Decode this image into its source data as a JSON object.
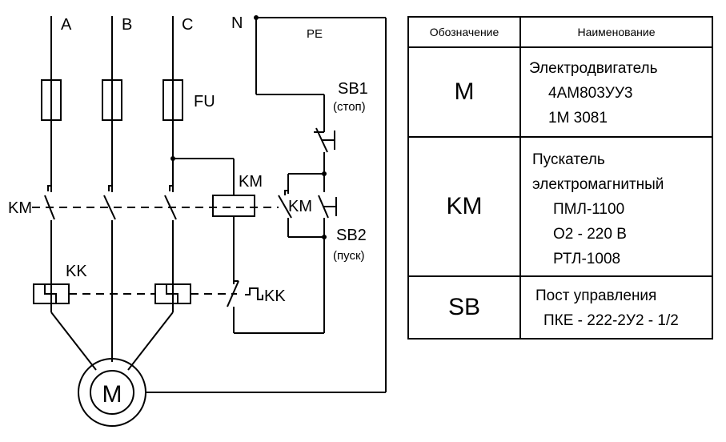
{
  "diagram": {
    "phases": [
      "A",
      "B",
      "C"
    ],
    "neutral": "N",
    "pe": "PE",
    "fuse": "FU",
    "contactor": "KM",
    "overload": "KK",
    "stop_button": "SB1",
    "stop_note": "(стоп)",
    "start_button": "SB2",
    "start_note": "(пуск)",
    "motor": "M"
  },
  "table": {
    "headers": [
      "Обозначение",
      "Наименование"
    ],
    "rows": [
      {
        "code": "M",
        "lines": [
          "Электродвигатель",
          "4АМ803УУ3",
          "1М 3081"
        ]
      },
      {
        "code": "KM",
        "lines": [
          "Пускатель",
          "электромагнитный",
          "ПМЛ-1100",
          "О2 - 220 В",
          "РТЛ-1008"
        ]
      },
      {
        "code": "SB",
        "lines": [
          "Пост управления",
          "ПКЕ - 222-2У2 - 1/2"
        ]
      }
    ]
  }
}
